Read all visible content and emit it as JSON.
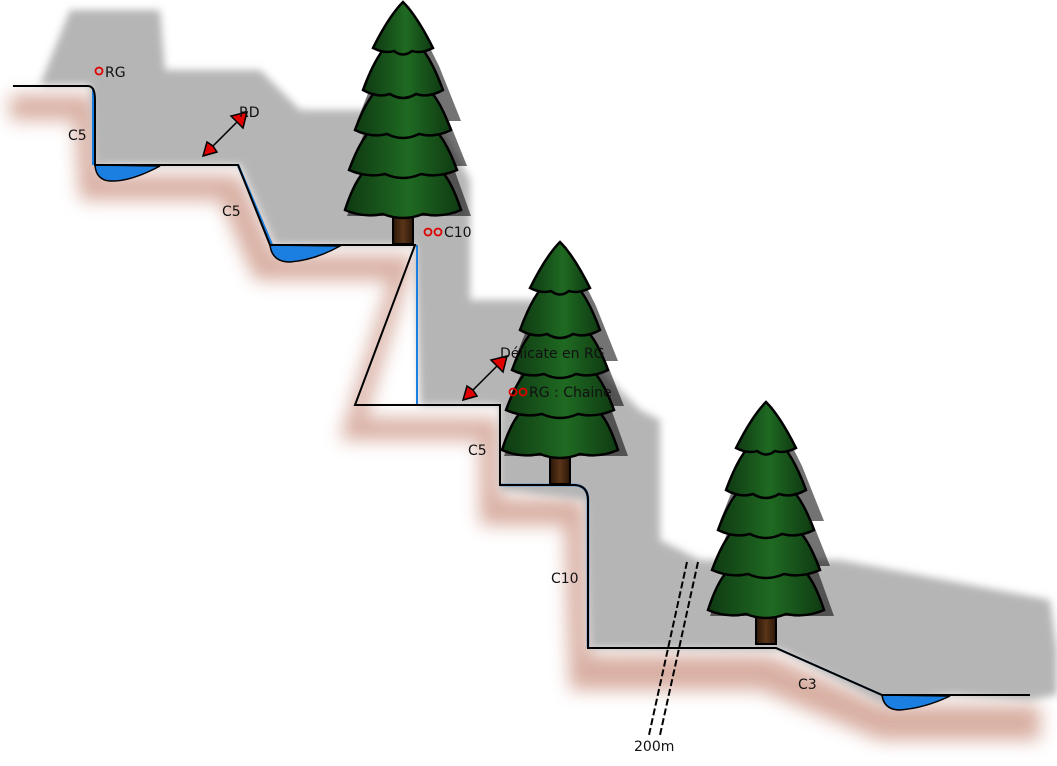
{
  "colors": {
    "line": "#000000",
    "water": "#1a7fe0",
    "rock_shadow": "#b5b5b5",
    "earth_glow": "#b86c55",
    "anchor": "#e00000",
    "arrow": "#e00000",
    "tree_foliage": "#1b5e1f",
    "tree_trunk": "#3d2210"
  },
  "labels": {
    "anchor_rg_top": "RG",
    "arrow_rd": "RD",
    "c5_first": "C5",
    "c5_second": "C5",
    "c10_anchor": "C10",
    "delicate": "Délicate en RG",
    "rg_chaine": "RG : Chaine",
    "c5_third": "C5",
    "c10_lower": "C10",
    "c3": "C3",
    "distance": "200m"
  },
  "icons": [
    "anchor-ring-icon",
    "arrow-up-right-icon",
    "pine-tree-icon",
    "scale-break-icon"
  ]
}
